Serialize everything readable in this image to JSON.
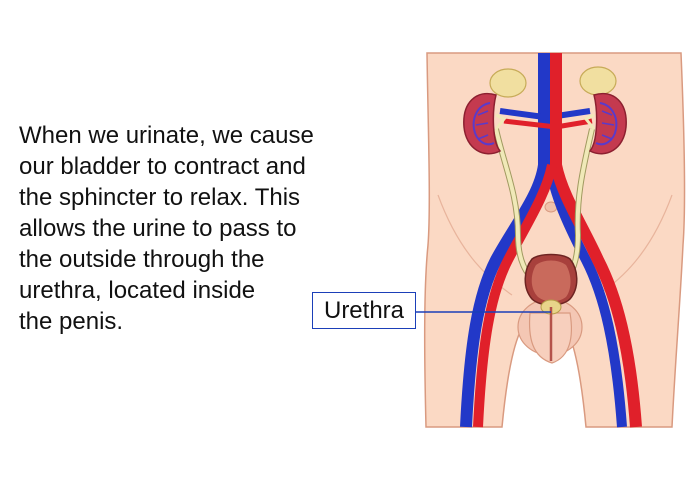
{
  "text": {
    "lines": [
      "When we urinate, we cause",
      "our bladder to contract and",
      "the sphincter to relax. This",
      "allows the urine to pass to",
      "the outside through the",
      "urethra, located inside",
      "the penis."
    ]
  },
  "callout": {
    "label": "Urethra"
  },
  "colors": {
    "skin": "#fbd9c4",
    "skin_outline": "#d99a80",
    "artery": "#e0202a",
    "vein": "#2238c8",
    "ureter": "#f0e9b8",
    "kidney": "#c43a4f",
    "bladder": "#a8403c",
    "callout_border": "#1b3fb8"
  }
}
